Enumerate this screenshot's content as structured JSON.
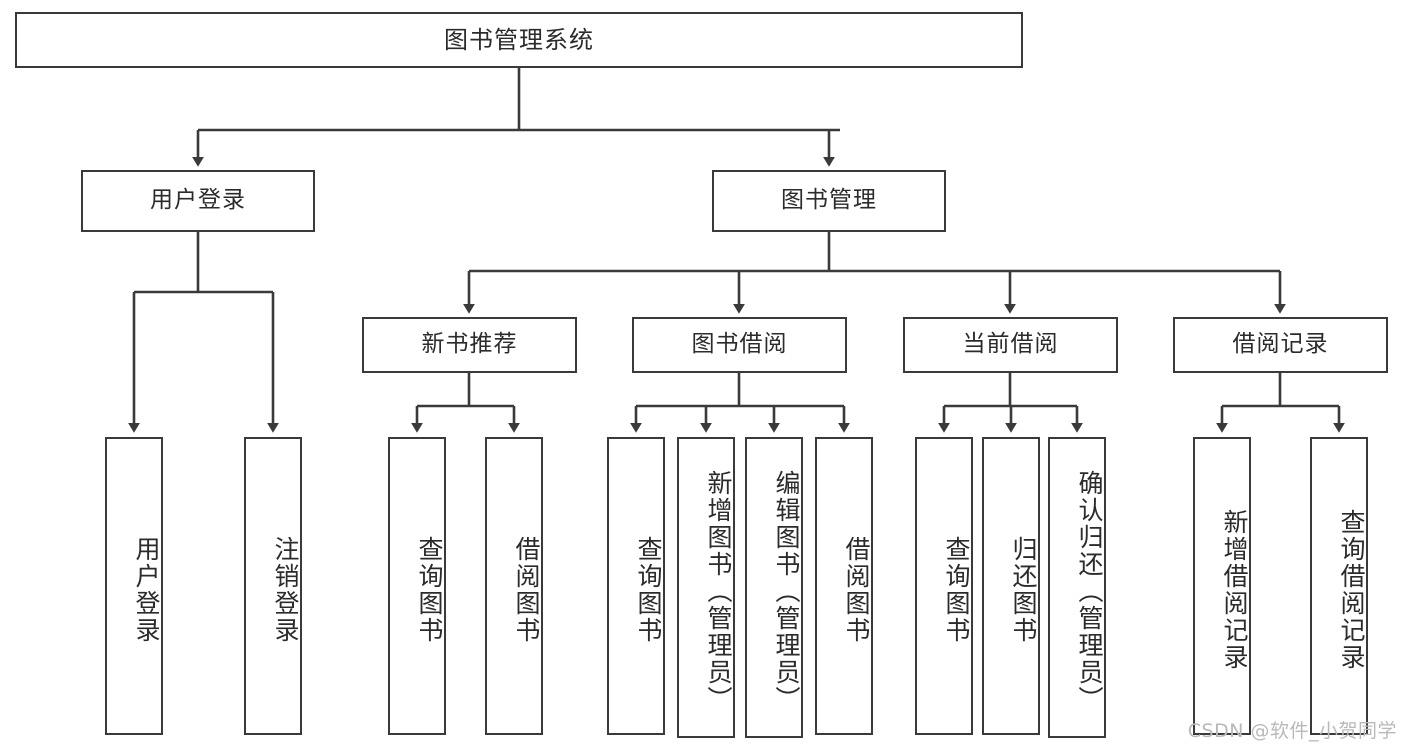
{
  "diagram": {
    "title": "图书管理系统",
    "type": "tree",
    "root": {
      "id": "root",
      "label": "图书管理系统",
      "orientation": "horizontal"
    },
    "level2": [
      {
        "id": "user-login",
        "label": "用户登录",
        "orientation": "horizontal"
      },
      {
        "id": "book-management",
        "label": "图书管理",
        "orientation": "horizontal"
      }
    ],
    "level3": [
      {
        "id": "new-book-recommend",
        "label": "新书推荐",
        "orientation": "horizontal",
        "parent": "book-management"
      },
      {
        "id": "book-borrow",
        "label": "图书借阅",
        "orientation": "horizontal",
        "parent": "book-management"
      },
      {
        "id": "current-borrow",
        "label": "当前借阅",
        "orientation": "horizontal",
        "parent": "book-management"
      },
      {
        "id": "borrow-record",
        "label": "借阅记录",
        "orientation": "horizontal",
        "parent": "book-management"
      }
    ],
    "leaves": [
      {
        "id": "leaf-user-login",
        "label": "用户登录",
        "parent": "user-login",
        "orientation": "vertical"
      },
      {
        "id": "leaf-user-logout",
        "label": "注销登录",
        "parent": "user-login",
        "orientation": "vertical"
      },
      {
        "id": "leaf-query-book-1",
        "label": "查询图书",
        "parent": "new-book-recommend",
        "orientation": "vertical"
      },
      {
        "id": "leaf-borrow-book-1",
        "label": "借阅图书",
        "parent": "new-book-recommend",
        "orientation": "vertical"
      },
      {
        "id": "leaf-query-book-2",
        "label": "查询图书",
        "parent": "book-borrow",
        "orientation": "vertical"
      },
      {
        "id": "leaf-add-book",
        "label": "新增图书（管理员）",
        "parent": "book-borrow",
        "orientation": "vertical"
      },
      {
        "id": "leaf-edit-book",
        "label": "编辑图书（管理员）",
        "parent": "book-borrow",
        "orientation": "vertical"
      },
      {
        "id": "leaf-borrow-book-2",
        "label": "借阅图书",
        "parent": "book-borrow",
        "orientation": "vertical"
      },
      {
        "id": "leaf-query-book-3",
        "label": "查询图书",
        "parent": "current-borrow",
        "orientation": "vertical"
      },
      {
        "id": "leaf-return-book",
        "label": "归还图书",
        "parent": "current-borrow",
        "orientation": "vertical"
      },
      {
        "id": "leaf-confirm-return",
        "label": "确认归还（管理员）",
        "parent": "current-borrow",
        "orientation": "vertical"
      },
      {
        "id": "leaf-add-record",
        "label": "新增借阅记录",
        "parent": "borrow-record",
        "orientation": "vertical"
      },
      {
        "id": "leaf-query-record",
        "label": "查询借阅记录",
        "parent": "borrow-record",
        "orientation": "vertical"
      }
    ],
    "colors": {
      "box_border": "#3a3a3a",
      "box_fill": "#ffffff",
      "connector": "#3a3a3a",
      "text": "#2b2b2b",
      "background": "#ffffff",
      "watermark": "#b9b9b9"
    }
  },
  "watermark": {
    "text": "CSDN @软件_小贺同学"
  }
}
